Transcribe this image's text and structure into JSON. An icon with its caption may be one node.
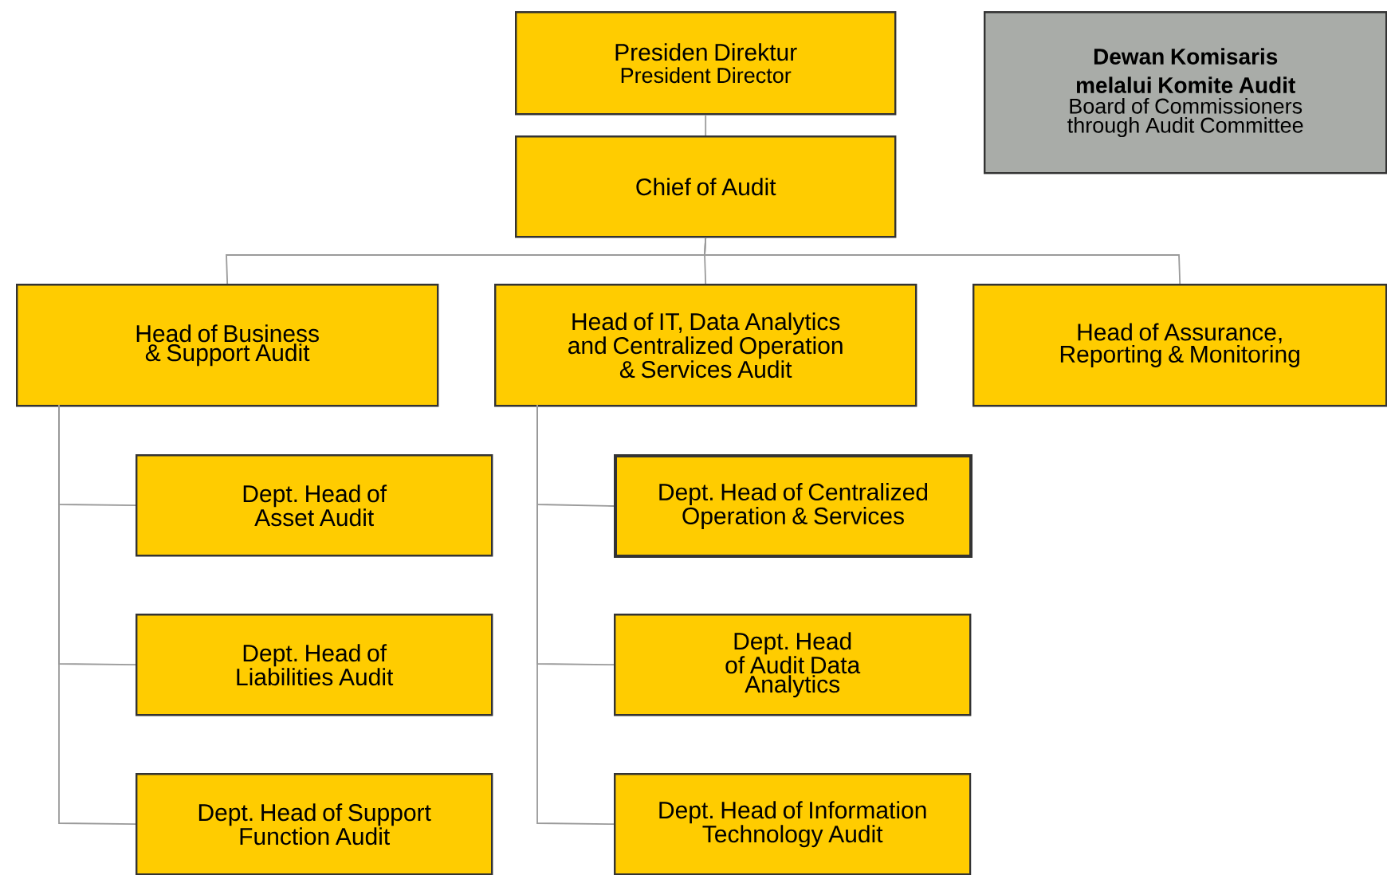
{
  "diagram": {
    "nodes": [
      {
        "text": [
          "Presiden Direktur",
          "President Director"
        ]
      },
      {
        "text": [
          "Chief of Audit"
        ]
      },
      {
        "text": [
          "Dewan Komisaris melalui Komite Audit",
          "Board of Commissioners through Audit Committee"
        ]
      },
      {
        "text": [
          "Head of Business & Support Audit"
        ]
      },
      {
        "text": [
          "Head of IT, Data Analytics and Centralized Operation & Services Audit"
        ]
      },
      {
        "text": [
          "Head of Assurance, Reporting & Monitoring"
        ]
      },
      {
        "text": [
          "Dept. Head of Asset Audit"
        ]
      },
      {
        "text": [
          "Dept. Head of Liabilities Audit"
        ]
      },
      {
        "text": [
          "Dept. Head of Support Function Audit"
        ]
      },
      {
        "text": [
          "Dept. Head of Centralized Operation & Services"
        ]
      },
      {
        "text": [
          "Dept. Head of Audit Data Analytics"
        ]
      },
      {
        "text": [
          "Dept. Head of Information Technology Audit"
        ]
      }
    ],
    "edges": [
      {
        "from": 0,
        "to": 1,
        "arrow": "none"
      },
      {
        "from": 1,
        "to": 3,
        "arrow": "none"
      },
      {
        "from": 1,
        "to": 4,
        "arrow": "none"
      },
      {
        "from": 1,
        "to": 5,
        "arrow": "none"
      },
      {
        "from": 3,
        "to": 6,
        "arrow": "none"
      },
      {
        "from": 3,
        "to": 7,
        "arrow": "none"
      },
      {
        "from": 3,
        "to": 8,
        "arrow": "none"
      },
      {
        "from": 4,
        "to": 9,
        "arrow": "none"
      },
      {
        "from": 4,
        "to": 10,
        "arrow": "none"
      },
      {
        "from": 4,
        "to": 11,
        "arrow": "none"
      }
    ]
  }
}
